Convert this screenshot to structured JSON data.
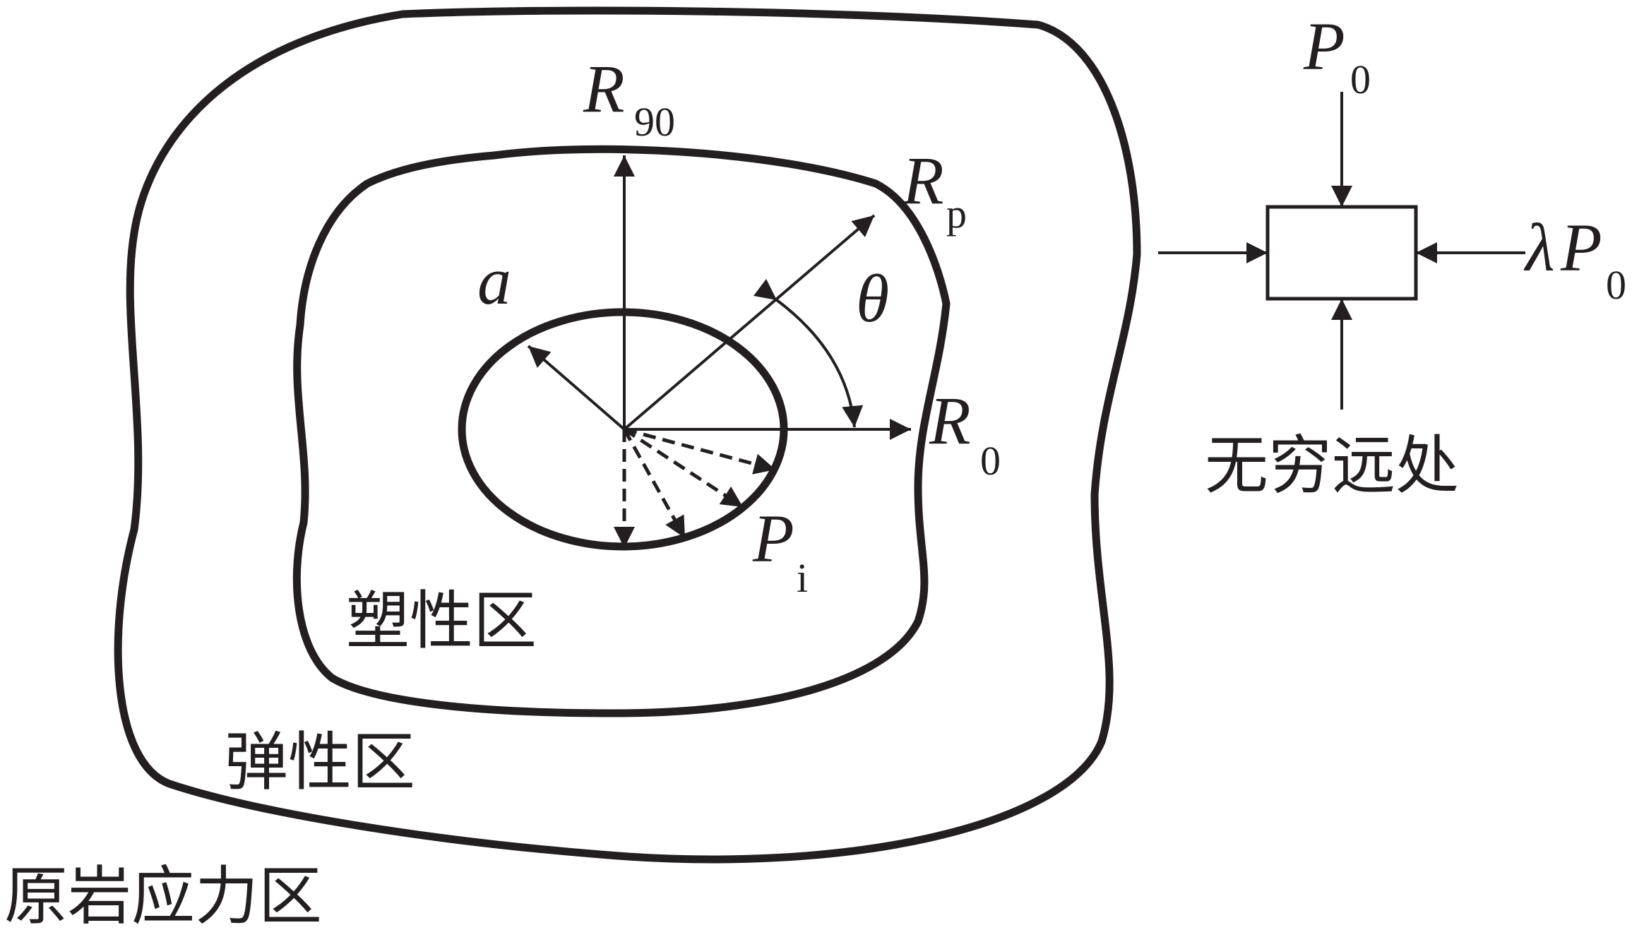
{
  "zones": {
    "plastic": "塑性区",
    "elastic": "弹性区",
    "in_situ": "原岩应力区"
  },
  "radii": {
    "r90_main": "R",
    "r90_sub": "90",
    "rp_main": "R",
    "rp_sub": "p",
    "r0_main": "R",
    "r0_sub": "0",
    "a": "a",
    "theta": "θ"
  },
  "pressure": {
    "pi_main": "P",
    "pi_sub": "i"
  },
  "far_field": {
    "p0_main": "P",
    "p0_sub": "0",
    "lambda_prefix": "λ",
    "lp0_main": "P",
    "lp0_sub": "0",
    "label": "无穷远处"
  },
  "colors": {
    "stroke": "#231f20",
    "background": "#ffffff"
  }
}
